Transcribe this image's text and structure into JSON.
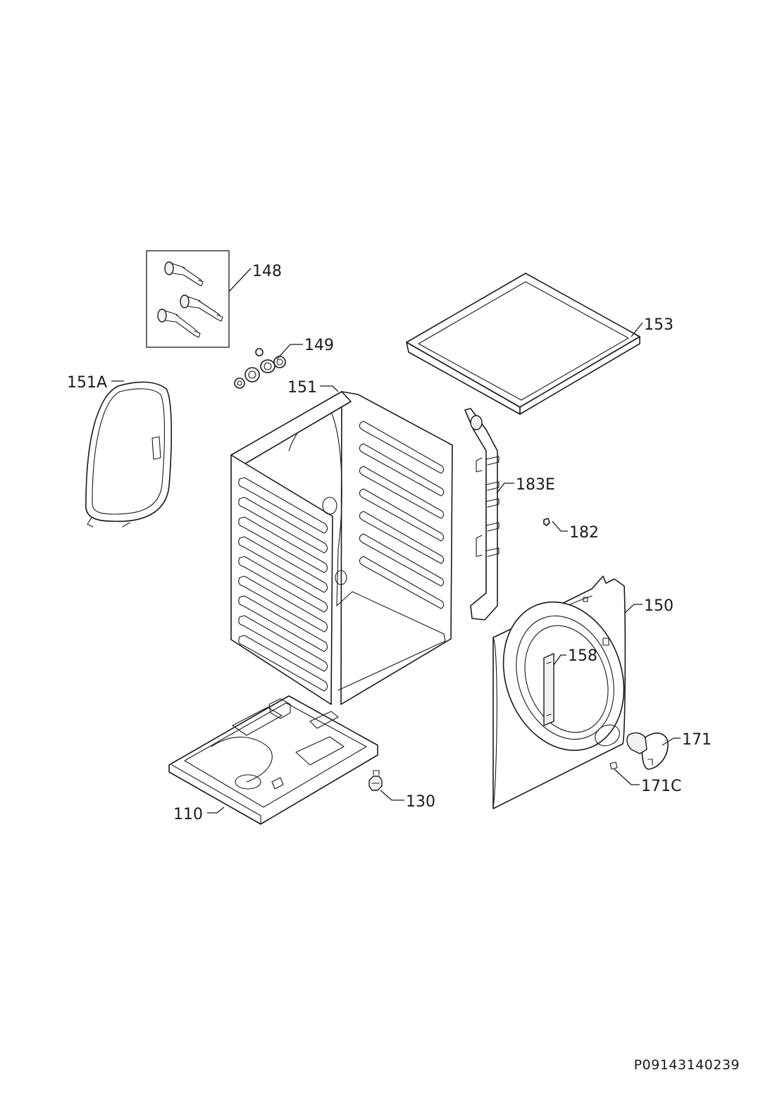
{
  "diagram": {
    "reference_code": "P09143140239",
    "callouts": {
      "p148": "148",
      "p149": "149",
      "p151A": "151A",
      "p151": "151",
      "p153": "153",
      "p183E": "183E",
      "p182": "182",
      "p150": "150",
      "p158": "158",
      "p171": "171",
      "p171C": "171C",
      "p130": "130",
      "p110": "110"
    }
  }
}
